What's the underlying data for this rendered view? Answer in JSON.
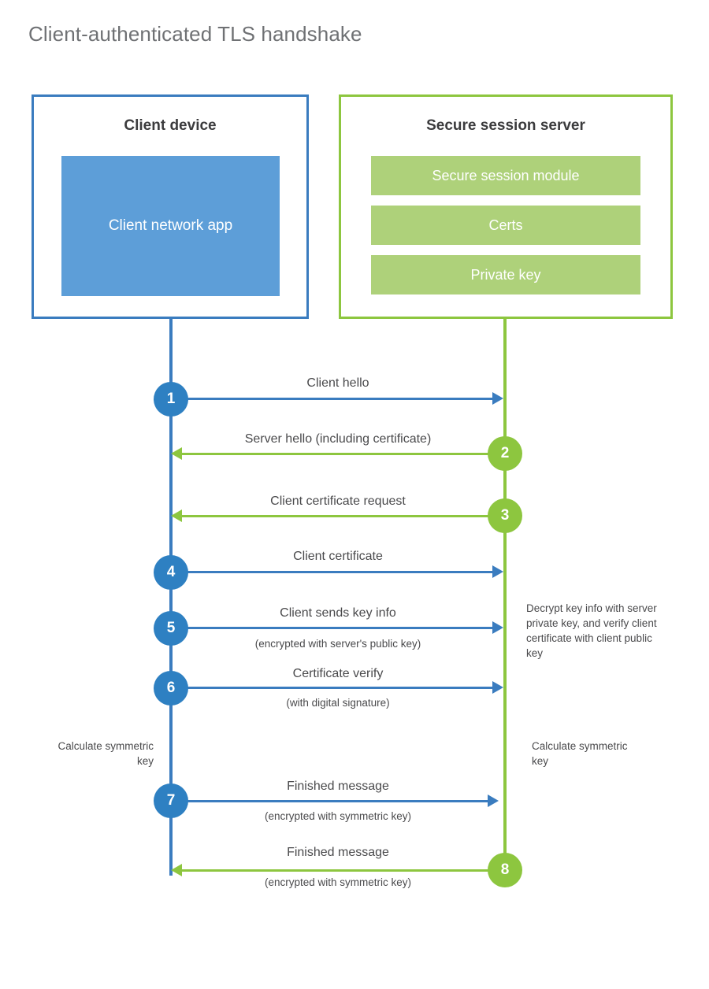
{
  "title": "Client-authenticated TLS handshake",
  "colors": {
    "client_blue": "#3a7cbf",
    "client_circle_blue": "#2e80c2",
    "client_app_fill": "#5d9ed8",
    "server_green": "#8dc63f",
    "server_bar_fill": "#aed17a",
    "title_gray": "#6f7174",
    "text_gray": "#4a4a4c"
  },
  "actors": {
    "client": {
      "title": "Client device",
      "app_label": "Client network app"
    },
    "server": {
      "title": "Secure session server",
      "components": [
        "Secure session module",
        "Certs",
        "Private key"
      ]
    }
  },
  "steps": [
    {
      "number": "1",
      "direction": "client-to-server",
      "label": "Client hello",
      "sublabel": ""
    },
    {
      "number": "2",
      "direction": "server-to-client",
      "label": "Server hello (including certificate)",
      "sublabel": ""
    },
    {
      "number": "3",
      "direction": "server-to-client",
      "label": "Client certificate request",
      "sublabel": ""
    },
    {
      "number": "4",
      "direction": "client-to-server",
      "label": "Client certificate",
      "sublabel": ""
    },
    {
      "number": "5",
      "direction": "client-to-server",
      "label": "Client sends key info",
      "sublabel": "(encrypted with server's public key)"
    },
    {
      "number": "6",
      "direction": "client-to-server",
      "label": "Certificate verify",
      "sublabel": "(with digital signature)"
    },
    {
      "number": "7",
      "direction": "client-to-server",
      "label": "Finished message",
      "sublabel": "(encrypted with symmetric key)"
    },
    {
      "number": "8",
      "direction": "server-to-client",
      "label": "Finished message",
      "sublabel": "(encrypted with symmetric key)"
    }
  ],
  "notes": {
    "server_decrypt": "Decrypt key info with server private key, and verify client certificate with client public key",
    "client_calc": "Calculate symmetric key",
    "server_calc": "Calculate symmetric key"
  }
}
